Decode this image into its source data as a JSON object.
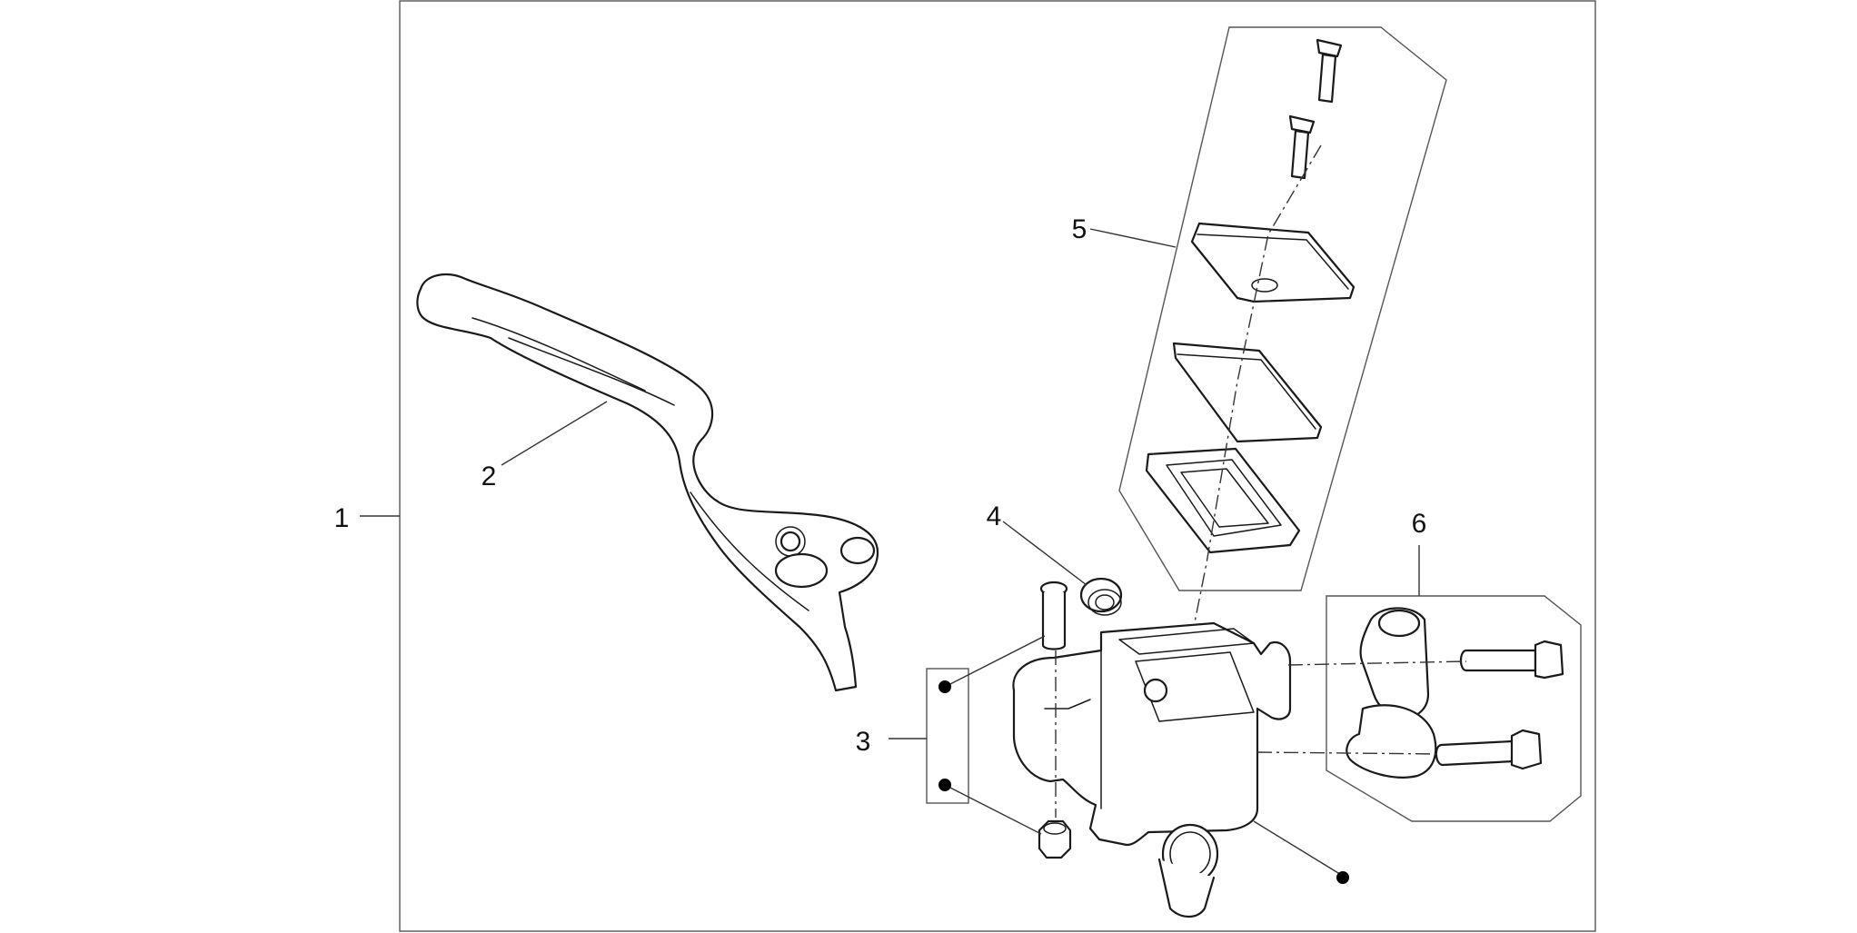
{
  "callouts": [
    {
      "id": "1",
      "label": "1"
    },
    {
      "id": "2",
      "label": "2"
    },
    {
      "id": "3",
      "label": "3"
    },
    {
      "id": "4",
      "label": "4"
    },
    {
      "id": "5",
      "label": "5"
    },
    {
      "id": "6",
      "label": "6"
    }
  ],
  "colors": {
    "line": "#1a1a1a",
    "leader": "#333333",
    "box": "#555555",
    "background": "#ffffff"
  }
}
